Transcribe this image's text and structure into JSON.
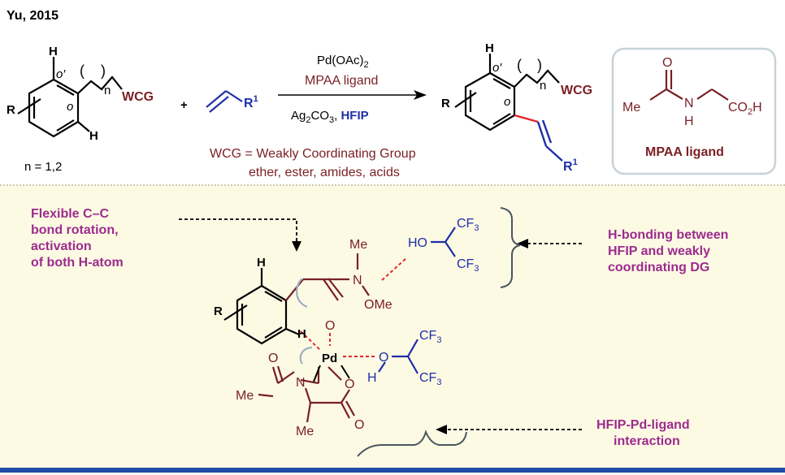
{
  "header": {
    "title": "Yu, 2015"
  },
  "top": {
    "reactant": {
      "R": "R",
      "h_top": "H",
      "h_bottom": "H",
      "o_prime": "o′",
      "o": "o",
      "n": "n",
      "wcg": "WCG",
      "n_values": "n = 1,2"
    },
    "plus": "+",
    "alkene": {
      "r1": "R",
      "r1_sup": "1"
    },
    "conditions": {
      "line1_main": "Pd(OAc)",
      "line1_sub": "2",
      "line2": "MPAA ligand",
      "line3_a": "Ag",
      "line3_a_sub": "2",
      "line3_b": "CO",
      "line3_b_sub": "3",
      "line3_c": ", ",
      "line3_hfip": "HFIP"
    },
    "wcg_def": "WCG = Weakly Coordinating Group",
    "wcg_examples": "ether, ester, amides, acids",
    "product": {
      "R": "R",
      "h_top": "H",
      "o_prime": "o′",
      "o": "o",
      "n": "n",
      "wcg": "WCG",
      "r1": "R",
      "r1_sup": "1"
    },
    "mpaa_box": {
      "o": "O",
      "me": "Me",
      "n": "N",
      "h": "H",
      "co2h_a": "CO",
      "co2h_sub": "2",
      "co2h_b": "H",
      "label": "MPAA ligand"
    }
  },
  "bottom": {
    "background": "#fdfae4",
    "note_flexible": [
      "Flexible C–C",
      "bond rotation,",
      "activation",
      "of both H-atom"
    ],
    "note_hbond": [
      "H-bonding between",
      "HFIP and weakly",
      "coordinating DG"
    ],
    "note_interaction": [
      "HFIP-Pd-ligand",
      "interaction"
    ],
    "complex": {
      "R": "R",
      "H": "H",
      "amide_o": "O",
      "amide_n": "N",
      "me_top": "Me",
      "ome": "OMe",
      "pd": "Pd",
      "lig_n": "N",
      "lig_o": "O",
      "lig_o2": "O",
      "lig_me": "Me",
      "lig_me2": "Me",
      "hfip1_ho": "HO",
      "hfip1_cf3a": "CF",
      "hfip1_cf3b": "CF",
      "cf3_sub": "3",
      "hfip2_o": "O",
      "hfip2_h": "H",
      "hfip2_cf3a": "CF",
      "hfip2_cf3b": "CF"
    }
  },
  "colors": {
    "brown": "#7a1f24",
    "blue": "#1f2fa8",
    "magenta": "#9c2b8e",
    "red": "#e0262b",
    "gray": "#4a5560",
    "arrow_gray": "#9ab0c0",
    "rule": "#1f4aa8"
  }
}
